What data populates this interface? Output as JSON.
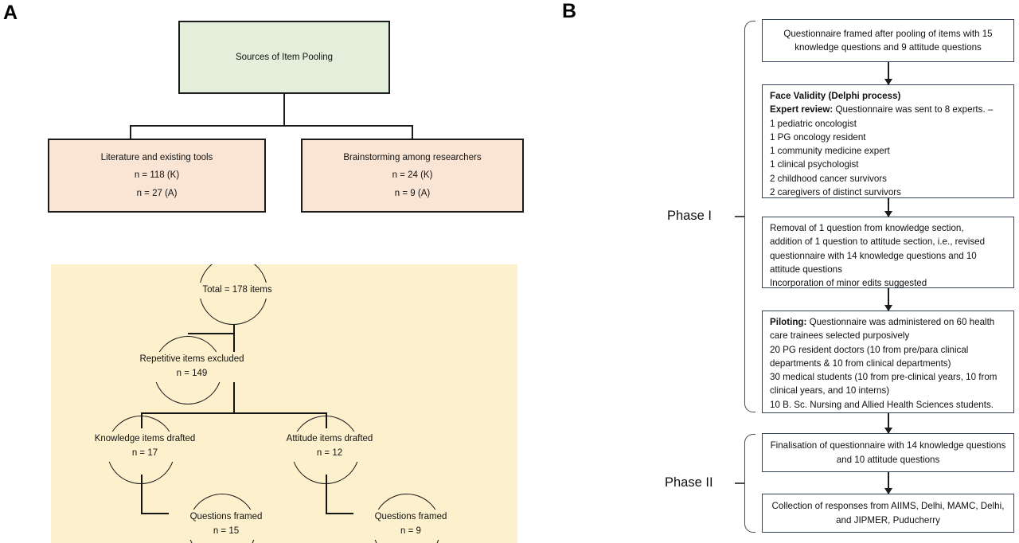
{
  "panels": {
    "a": {
      "letter": "A"
    },
    "b": {
      "letter": "B"
    }
  },
  "panel_a": {
    "top_tree": {
      "root": {
        "label": "Sources of Item Pooling",
        "fill": "#e3efda"
      },
      "children": [
        {
          "label": "Literature and existing tools",
          "line2": "n = 118 (K)",
          "line3": "n = 27 (A)",
          "fill": "#fae5d5"
        },
        {
          "label": "Brainstorming among researchers",
          "line2": "n = 24 (K)",
          "line3": "n = 9 (A)",
          "fill": "#fae5d5"
        }
      ]
    },
    "flow_panel": {
      "background": "#fdf0cd",
      "nodes": [
        {
          "id": "total",
          "line1": "Total = 178 items",
          "line2": ""
        },
        {
          "id": "repetitive",
          "line1": "Repetitive items excluded",
          "line2": "n = 149"
        },
        {
          "id": "knowledge",
          "line1": "Knowledge items drafted",
          "line2": "n = 17"
        },
        {
          "id": "attitude",
          "line1": "Attitude items drafted",
          "line2": "n = 12"
        },
        {
          "id": "questions-k",
          "line1": "Questions framed",
          "line2": "n = 15"
        },
        {
          "id": "questions-a",
          "line1": "Questions framed",
          "line2": "n = 9"
        }
      ]
    }
  },
  "panel_b": {
    "phases": [
      {
        "id": "phase-1",
        "label": "Phase I"
      },
      {
        "id": "phase-2",
        "label": "Phase II"
      }
    ],
    "boxes": [
      {
        "id": "questionnaire-framed",
        "align": "center",
        "text": "Questionnaire framed after pooling of items with 15 knowledge questions and 9 attitude questions"
      },
      {
        "id": "face-validity",
        "align": "left",
        "heading": "Face Validity (Delphi process)",
        "subheading": "Expert review:",
        "subheading_rest": " Questionnaire was sent to 8 experts. –",
        "lines": [
          "1 pediatric oncologist",
          "1 PG oncology resident",
          "1 community medicine expert",
          "1 clinical psychologist",
          "2 childhood cancer survivors",
          "2 caregivers of distinct survivors"
        ]
      },
      {
        "id": "removal-addition",
        "align": "left",
        "lines": [
          "Removal of 1 question from knowledge section,",
          "addition of 1 question to attitude section, i.e., revised",
          "questionnaire with 14 knowledge questions and 10",
          "attitude questions",
          "Incorporation of minor edits suggested"
        ]
      },
      {
        "id": "piloting",
        "align": "left",
        "subheading": "Piloting:",
        "subheading_rest": " Questionnaire was administered on 60 health care trainees selected purposively",
        "lines": [
          "20 PG resident doctors (10 from pre/para clinical departments & 10 from clinical departments)",
          "30 medical students (10 from pre-clinical years, 10 from clinical years, and 10 interns)",
          "10 B. Sc. Nursing and Allied Health Sciences students."
        ]
      },
      {
        "id": "finalisation",
        "align": "center",
        "text": "Finalisation of questionnaire with 14 knowledge questions and 10 attitude questions"
      },
      {
        "id": "collection",
        "align": "center",
        "text": "Collection of responses from AIIMS, Delhi, MAMC, Delhi, and JIPMER, Puducherry"
      }
    ]
  },
  "colors": {
    "green_fill": "#e3efda",
    "pink_fill": "#fae5d5",
    "yellow_fill": "#fdf0cd",
    "box_border_a": "#1b1b1b",
    "box_border_b": "#37435d",
    "brace": "#4b4b4b"
  }
}
